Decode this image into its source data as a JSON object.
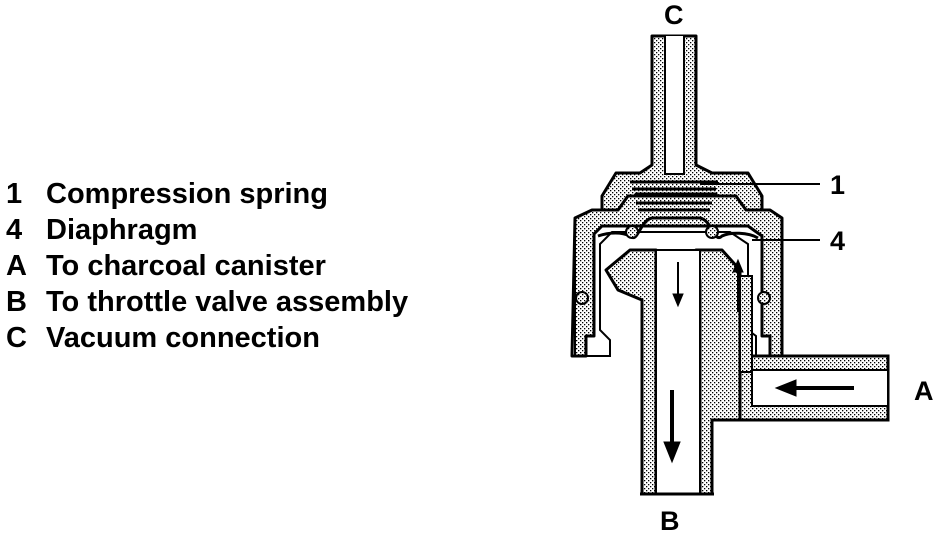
{
  "legend": [
    {
      "key": "1",
      "text": "Compression spring"
    },
    {
      "key": "4",
      "text": "Diaphragm"
    },
    {
      "key": "A",
      "text": "To charcoal canister"
    },
    {
      "key": "B",
      "text": "To throttle valve assembly"
    },
    {
      "key": "C",
      "text": "Vacuum connection"
    }
  ],
  "callouts": {
    "c": "C",
    "one": "1",
    "four": "4",
    "a": "A",
    "b": "B"
  },
  "colors": {
    "ink": "#000000",
    "paper": "#ffffff"
  }
}
